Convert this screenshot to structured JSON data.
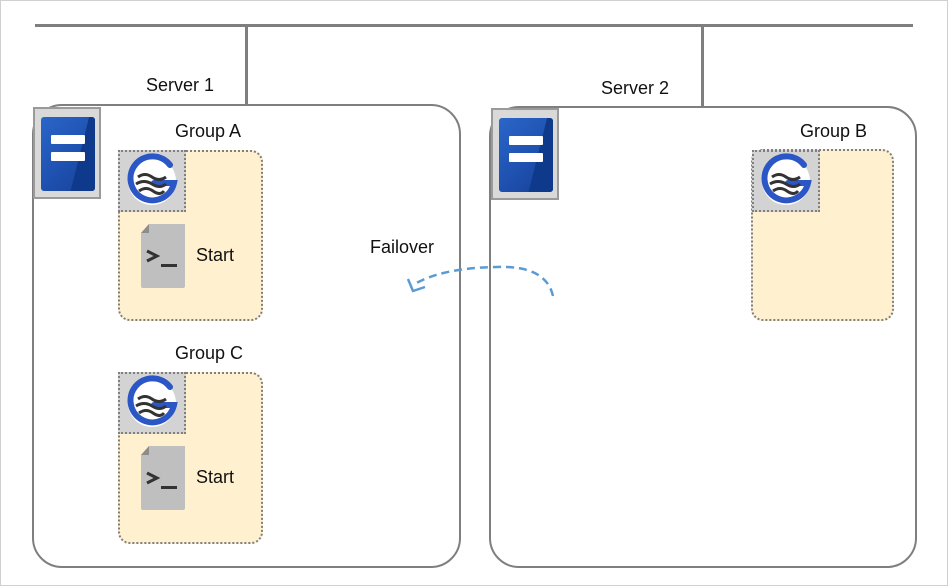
{
  "servers": [
    {
      "label": "Server 1"
    },
    {
      "label": "Server 2"
    }
  ],
  "groups": {
    "a": {
      "label": "Group A",
      "start_label": "Start"
    },
    "b": {
      "label": "Group B"
    },
    "c": {
      "label": "Group C",
      "start_label": "Start"
    }
  },
  "failover": {
    "label": "Failover"
  },
  "colors": {
    "group_fill": "#fff1cf",
    "server_icon_blue": "#1e4fae",
    "failover_arrow": "#5b9bd5",
    "outline": "#7f7f7f"
  },
  "icons": {
    "server": "server-icon",
    "group_resource": "cluster-g-icon",
    "script": "script-icon"
  }
}
